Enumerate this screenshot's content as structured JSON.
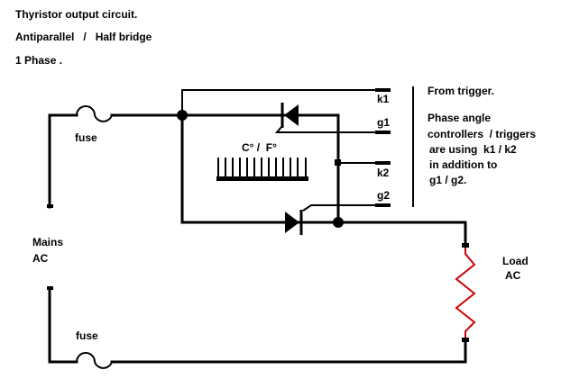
{
  "header": {
    "line1": "Thyristor output circuit.",
    "line2": "Antiparallel   /   Half bridge",
    "line3": "1 Phase ."
  },
  "labels": {
    "fuse_top": "fuse",
    "fuse_bottom": "fuse",
    "mains_line1": "Mains",
    "mains_line2": "AC",
    "load_line1": "Load",
    "load_line2": "AC",
    "heatsink": "C° /  F°"
  },
  "terminals": {
    "k1": "k1",
    "g1": "g1",
    "k2": "k2",
    "g2": "g2"
  },
  "note": {
    "line1": "From trigger.",
    "line2": "Phase angle",
    "line3": "controllers  / triggers",
    "line4": "are using  k1 / k2",
    "line5": "in addition to",
    "line6": "g1 / g2."
  },
  "colors": {
    "wire": "#000000",
    "load_resistor": "#cc0000",
    "background": "#ffffff"
  },
  "icons": {
    "fuse": "fuse-icon",
    "thyristor": "thyristor-icon",
    "resistor": "resistor-icon",
    "heatsink": "heatsink-icon"
  }
}
